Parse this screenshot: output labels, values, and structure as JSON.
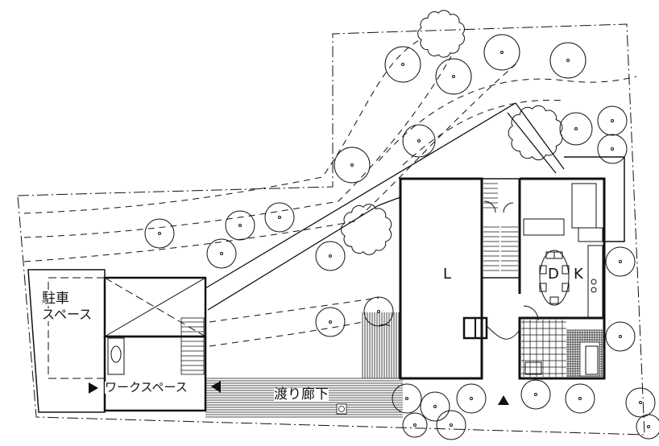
{
  "plan": {
    "labels": {
      "parking_line1": "駐車",
      "parking_line2": "スペース",
      "workspace": "ワークスペース",
      "corridor": "渡り廊下",
      "living": "L",
      "dining": "D",
      "kitchen": "K"
    },
    "line_color": "#111111",
    "background": "#ffffff"
  }
}
